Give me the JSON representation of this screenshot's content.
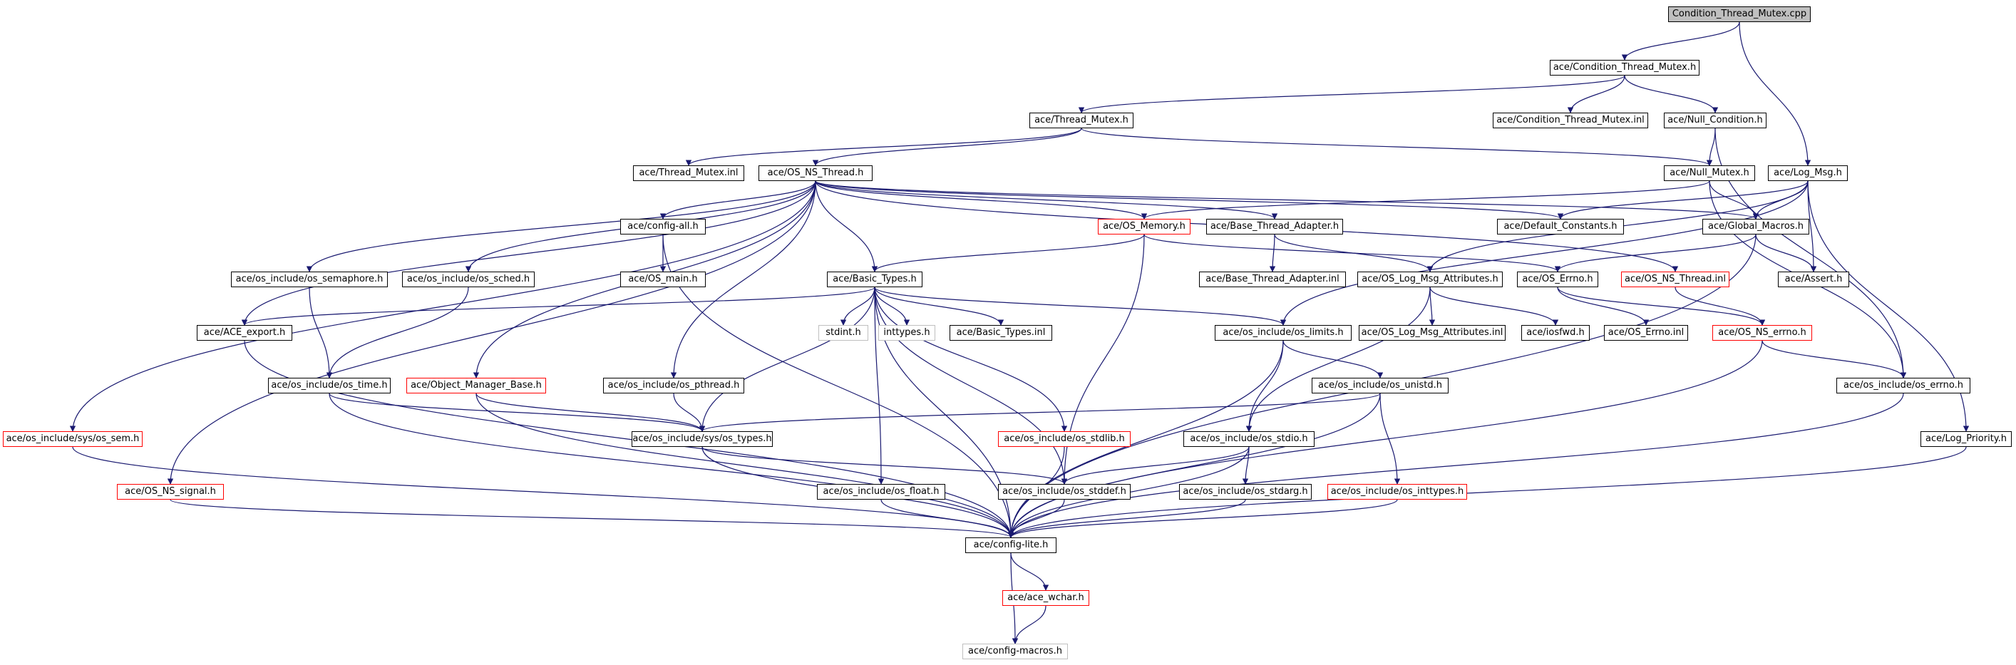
{
  "colors": {
    "edge": "#191970",
    "border_default": "#000000",
    "border_incomplete": "#ff0000",
    "border_external": "#bfbfbf",
    "root_fill": "#bfbfbf"
  },
  "nodes": {
    "condition_thread_mutex_cpp": "Condition_Thread_Mutex.cpp",
    "condition_thread_mutex_h": "ace/Condition_Thread_Mutex.h",
    "thread_mutex_h": "ace/Thread_Mutex.h",
    "condition_thread_mutex_inl": "ace/Condition_Thread_Mutex.inl",
    "null_condition_h": "ace/Null_Condition.h",
    "thread_mutex_inl": "ace/Thread_Mutex.inl",
    "os_ns_thread_h": "ace/OS_NS_Thread.h",
    "null_mutex_h": "ace/Null_Mutex.h",
    "log_msg_h": "ace/Log_Msg.h",
    "config_all_h": "ace/config-all.h",
    "os_memory_h": "ace/OS_Memory.h",
    "base_thread_adapter_h": "ace/Base_Thread_Adapter.h",
    "default_constants_h": "ace/Default_Constants.h",
    "global_macros_h": "ace/Global_Macros.h",
    "os_semaphore_h": "ace/os_include/os_semaphore.h",
    "os_sched_h": "ace/os_include/os_sched.h",
    "os_main_h": "ace/OS_main.h",
    "basic_types_h": "ace/Basic_Types.h",
    "base_thread_adapter_inl": "ace/Base_Thread_Adapter.inl",
    "os_log_msg_attributes_h": "ace/OS_Log_Msg_Attributes.h",
    "os_errno_h": "ace/OS_Errno.h",
    "os_ns_thread_inl": "ace/OS_NS_Thread.inl",
    "assert_h": "ace/Assert.h",
    "ace_export_h": "ace/ACE_export.h",
    "stdint_h": "stdint.h",
    "inttypes_h": "inttypes.h",
    "basic_types_inl": "ace/Basic_Types.inl",
    "os_limits_h": "ace/os_include/os_limits.h",
    "os_log_msg_attributes_inl": "ace/OS_Log_Msg_Attributes.inl",
    "iosfwd_h": "ace/iosfwd.h",
    "os_errno_inl": "ace/OS_Errno.inl",
    "os_ns_errno_h": "ace/OS_NS_errno.h",
    "os_time_h": "ace/os_include/os_time.h",
    "object_manager_base_h": "ace/Object_Manager_Base.h",
    "os_pthread_h": "ace/os_include/os_pthread.h",
    "os_unistd_h": "ace/os_include/os_unistd.h",
    "os_include_errno_h": "ace/os_include/os_errno.h",
    "os_sem_h": "ace/os_include/sys/os_sem.h",
    "os_types_h": "ace/os_include/sys/os_types.h",
    "os_stdlib_h": "ace/os_include/os_stdlib.h",
    "os_stdio_h": "ace/os_include/os_stdio.h",
    "log_priority_h": "ace/Log_Priority.h",
    "os_ns_signal_h": "ace/OS_NS_signal.h",
    "os_float_h": "ace/os_include/os_float.h",
    "os_stddef_h": "ace/os_include/os_stddef.h",
    "os_stdarg_h": "ace/os_include/os_stdarg.h",
    "os_inttypes_h": "ace/os_include/os_inttypes.h",
    "config_lite_h": "ace/config-lite.h",
    "ace_wchar_h": "ace/ace_wchar.h",
    "config_macros_h": "ace/config-macros.h"
  }
}
